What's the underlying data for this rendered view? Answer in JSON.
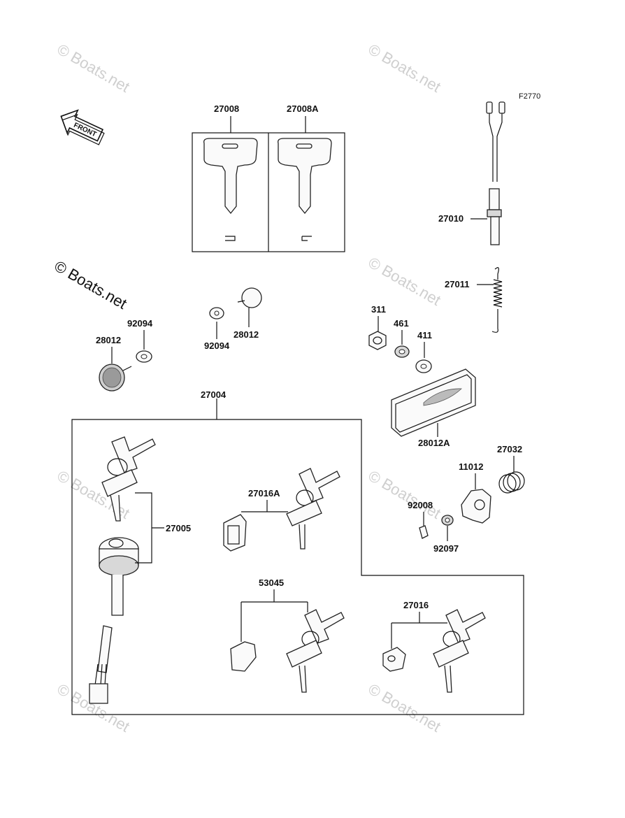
{
  "figure_code": "F2770",
  "front_label": "FRONT",
  "watermark_text": "© Boats.net",
  "labels": {
    "k27008": "27008",
    "k27008a": "27008A",
    "k27010": "27010",
    "k27011": "27011",
    "k311": "311",
    "k461": "461",
    "k411": "411",
    "k92094a": "92094",
    "k28012a": "28012",
    "k92094b": "92094",
    "k28012b": "28012",
    "k28012a2": "28012A",
    "k27004": "27004",
    "k27005": "27005",
    "k27016a": "27016A",
    "k27032": "27032",
    "k11012": "11012",
    "k92008": "92008",
    "k92097": "92097",
    "k53045": "53045",
    "k27016": "27016"
  }
}
